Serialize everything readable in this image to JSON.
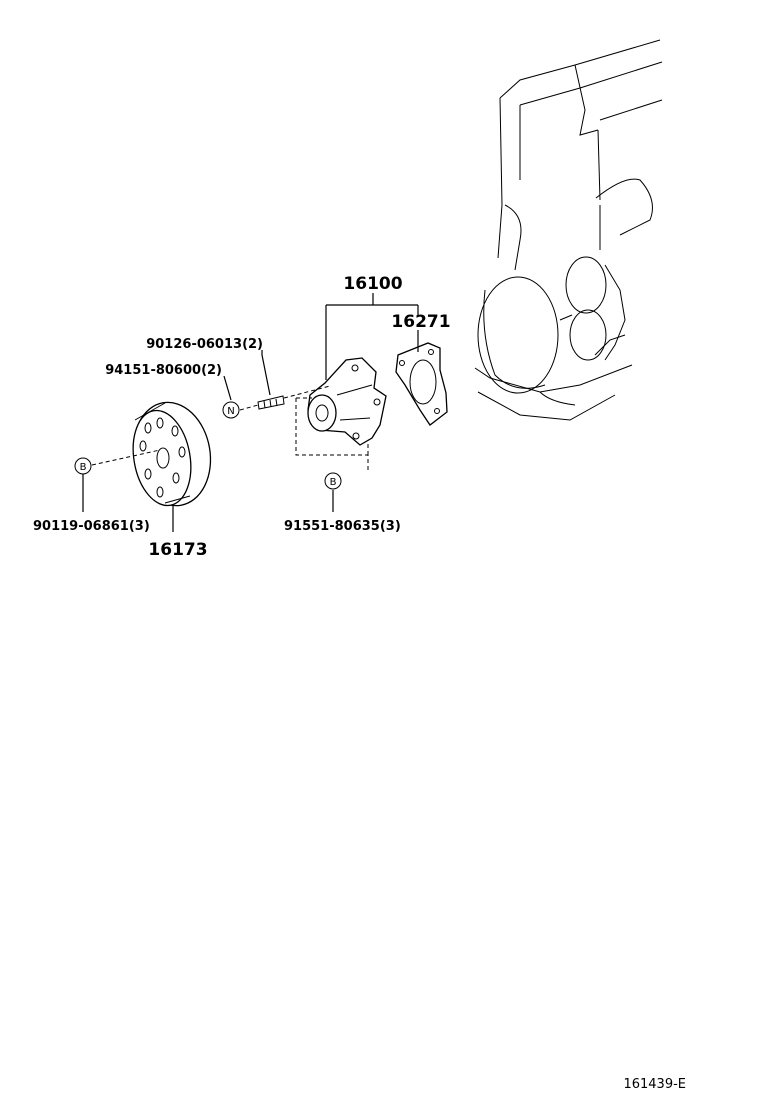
{
  "labels": {
    "water_pump_assy": "16100",
    "gasket": "16271",
    "stud": "90126-06013(2)",
    "nut": "94151-80600(2)",
    "pulley_bolt": "90119-06861(3)",
    "pulley": "16173",
    "pump_bolt": "91551-80635(3)",
    "figure_id": "161439-E"
  },
  "tags": {
    "nut_tag": "N",
    "bolt_tag_left": "B",
    "bolt_tag_right": "B"
  }
}
